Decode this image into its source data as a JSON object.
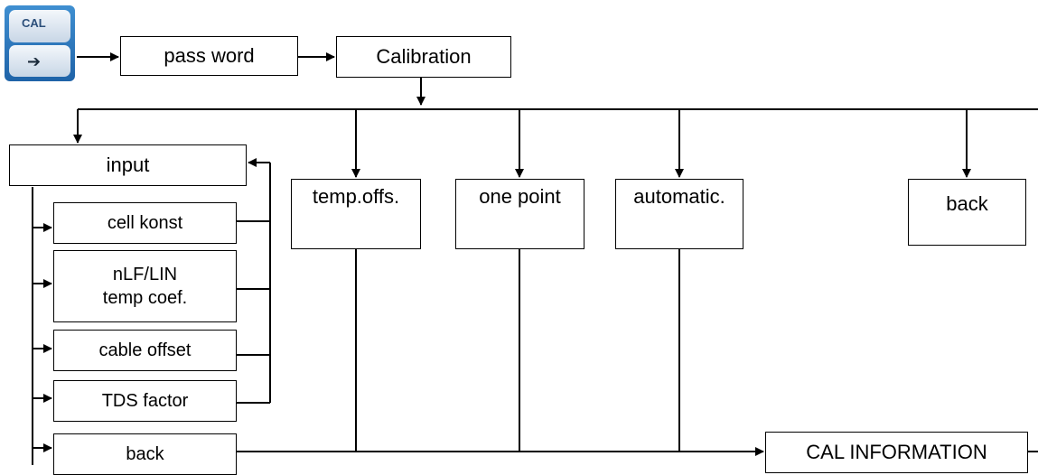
{
  "cal_button": {
    "label": "CAL",
    "arrow_glyph": "➔"
  },
  "nodes": {
    "password": "pass word",
    "calibration": "Calibration",
    "input": "input",
    "cell_konst": "cell konst",
    "nlf_line1": "nLF/LIN",
    "nlf_line2": "temp coef.",
    "cable_offset": "cable offset",
    "tds_factor": "TDS factor",
    "back_input": "back",
    "temp_offs": "temp.offs.",
    "one_point": "one point",
    "automatic": "automatic.",
    "back_main": "back",
    "cal_information": "CAL INFORMATION"
  },
  "colors": {
    "line": "#000000",
    "button_blue": "#2f7cc4"
  }
}
